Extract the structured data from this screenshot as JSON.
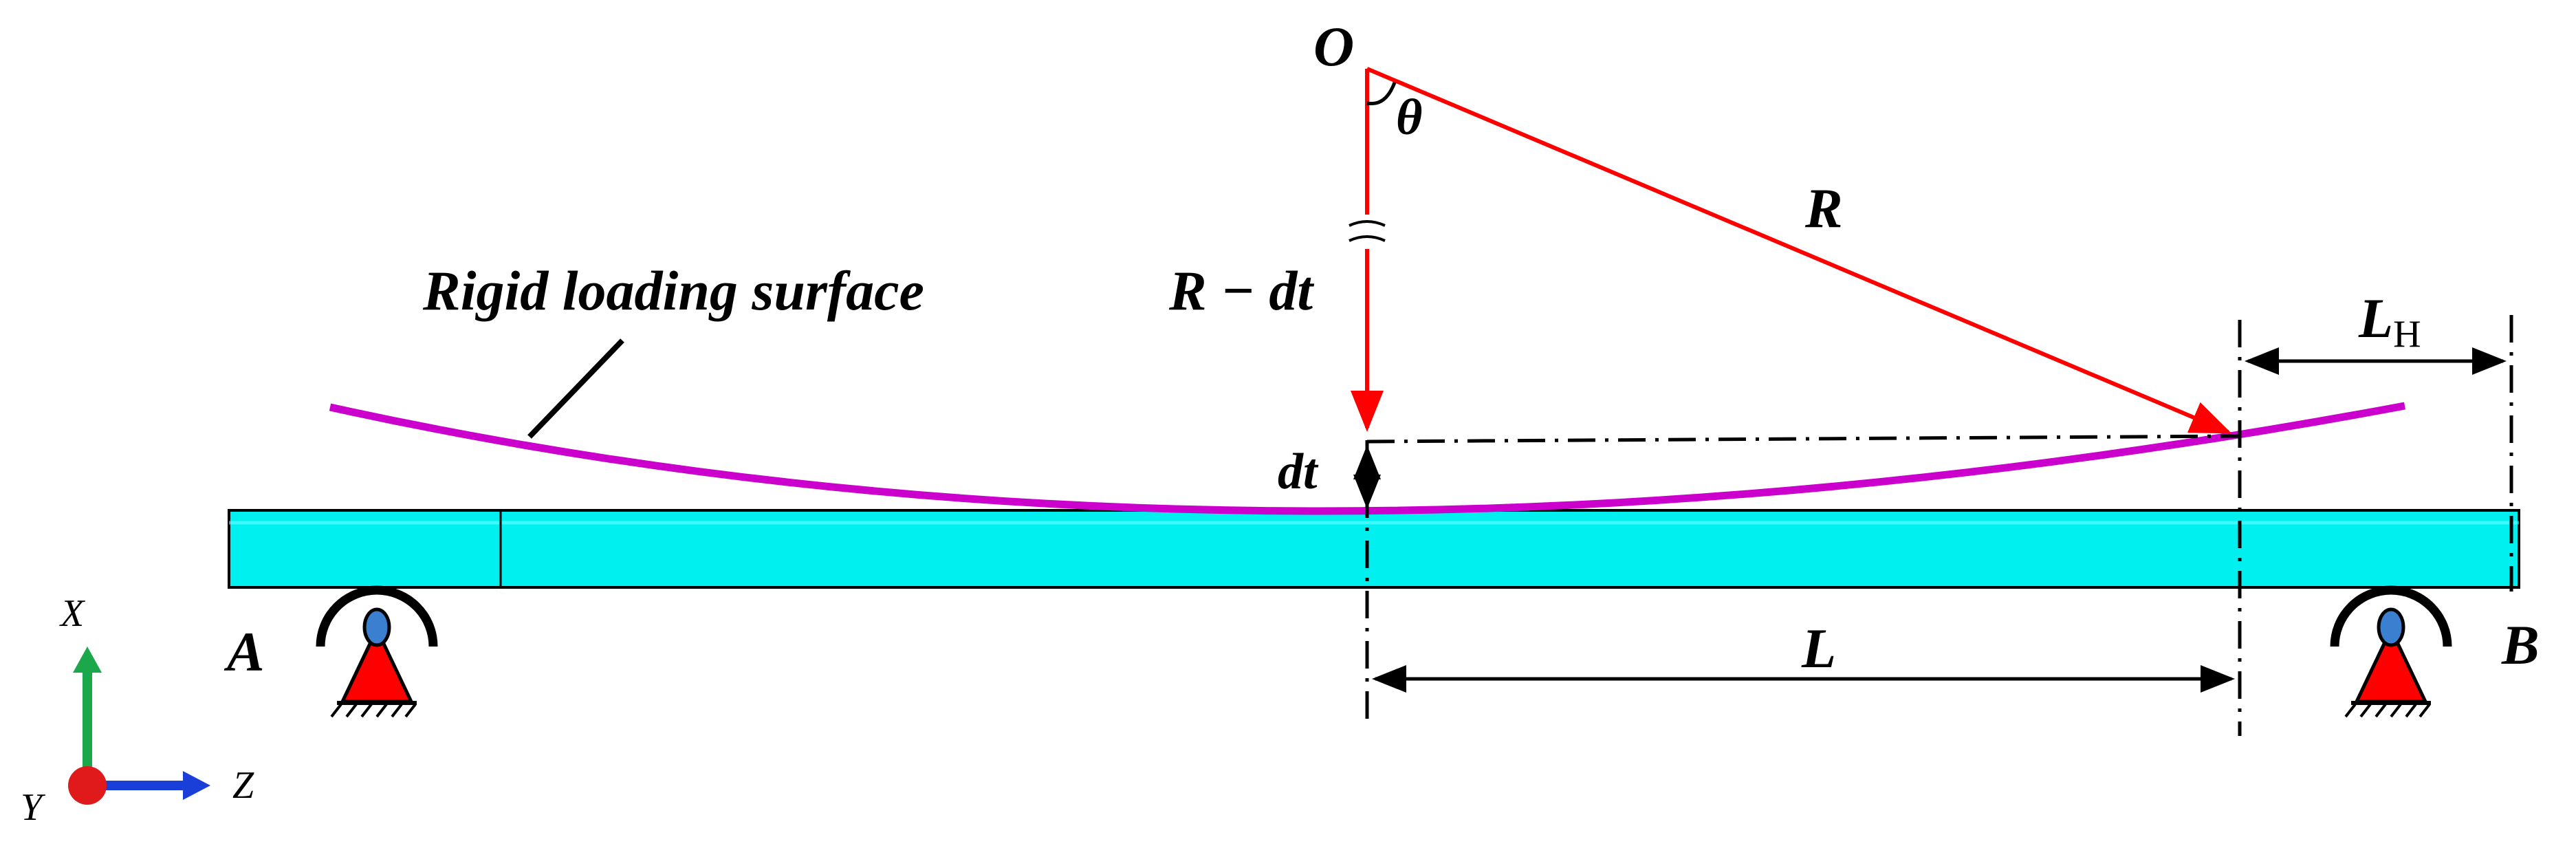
{
  "labels": {
    "origin": "O",
    "angle": "θ",
    "radius": "R",
    "r_minus_dt": "R − dt",
    "dt": "dt",
    "surface": "Rigid loading surface",
    "l_h_main": "L",
    "l_h_sub": "H",
    "length": "L",
    "support_a": "A",
    "support_b": "B",
    "axis_x": "X",
    "axis_y": "Y",
    "axis_z": "Z"
  },
  "colors": {
    "beam_fill": "#00f0f0",
    "beam_edge": "#000000",
    "radius_line": "#ff0000",
    "loading_surface": "#cc00cc",
    "support_fill": "#ff0000",
    "pin_fill": "#3a7fd0",
    "axis_x": "#1aa84a",
    "axis_z": "#1a3fd8",
    "axis_origin": "#e01a1a"
  },
  "icons": {
    "left_support": "pin-support-icon",
    "right_support": "pin-support-icon",
    "coordinate_triad": "xyz-axes-icon"
  }
}
